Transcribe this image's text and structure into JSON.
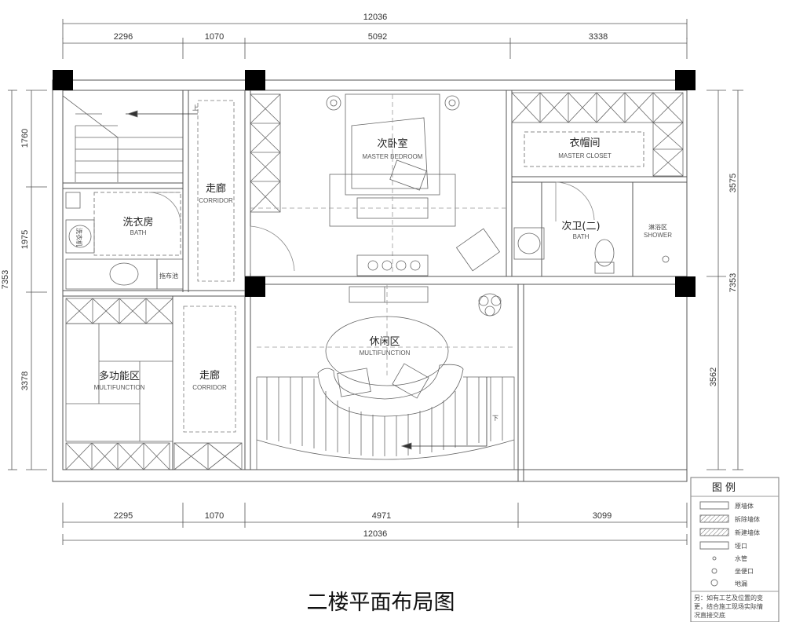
{
  "title": "二楼平面布局图",
  "dimensions": {
    "top_total": "12036",
    "top_segments": [
      "2296",
      "1070",
      "5092",
      "3338"
    ],
    "bottom_segments": [
      "2295",
      "1070",
      "4971",
      "3099"
    ],
    "bottom_total": "12036",
    "left_segments": [
      "1760",
      "1975",
      "3378"
    ],
    "left_total": "7353",
    "right_segments": [
      "3575",
      "3562"
    ],
    "right_total": "7353"
  },
  "rooms": {
    "master_bedroom": {
      "label": "次卧室",
      "sub": "MASTER BEDROOM"
    },
    "master_closet": {
      "label": "衣帽间",
      "sub": "MASTER CLOSET"
    },
    "corridor_upper": {
      "label": "走廊",
      "sub": "CORRIDOR"
    },
    "corridor_lower": {
      "label": "走廊",
      "sub": "CORRIDOR"
    },
    "laundry": {
      "label": "洗衣房",
      "sub": "BATH"
    },
    "washer": {
      "label": "洗衣机"
    },
    "mop_pool": {
      "label": "拖布池"
    },
    "bath2": {
      "label": "次卫(二)",
      "sub": "BATH"
    },
    "shower": {
      "label": "淋浴区",
      "sub": "SHOWER"
    },
    "leisure": {
      "label": "休闲区",
      "sub": "MULTIFUNCTION"
    },
    "multifunction": {
      "label": "多功能区",
      "sub": "MULTIFUNCTION"
    }
  },
  "stair_marks": {
    "up": "上",
    "down": "下"
  },
  "legend": {
    "title": "图 例",
    "items": [
      {
        "label": "原墙体"
      },
      {
        "label": "拆除墙体"
      },
      {
        "label": "新建墙体"
      },
      {
        "label": "垭口"
      },
      {
        "label": "水管"
      },
      {
        "label": "坐便口"
      },
      {
        "label": "地漏"
      }
    ],
    "note": [
      "另：如有工艺及位置的变",
      "更，结合施工现场实际情",
      "况直接交底"
    ]
  }
}
